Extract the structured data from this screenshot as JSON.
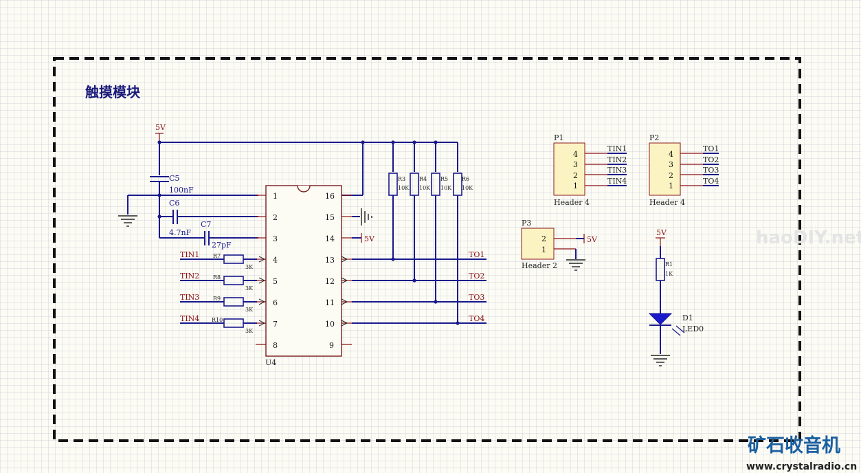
{
  "title": "触摸模块",
  "ic": {
    "designator": "U4",
    "left_pins": [
      "1",
      "2",
      "3",
      "4",
      "5",
      "6",
      "7",
      "8"
    ],
    "right_pins": [
      "16",
      "15",
      "14",
      "13",
      "12",
      "11",
      "10",
      "9"
    ]
  },
  "capacitors": [
    {
      "ref": "C5",
      "value": "100nF"
    },
    {
      "ref": "C6",
      "value": "4.7nF"
    },
    {
      "ref": "C7",
      "value": "27pF"
    }
  ],
  "input_resistors": [
    {
      "ref": "R7",
      "value": "3K",
      "net": "TIN1"
    },
    {
      "ref": "R8",
      "value": "3K",
      "net": "TIN2"
    },
    {
      "ref": "R9",
      "value": "3K",
      "net": "TIN3"
    },
    {
      "ref": "R10",
      "value": "3K",
      "net": "TIN4"
    }
  ],
  "pullup_resistors": [
    {
      "ref": "R3",
      "value": "10K"
    },
    {
      "ref": "R4",
      "value": "10K"
    },
    {
      "ref": "R5",
      "value": "10K"
    },
    {
      "ref": "R6",
      "value": "10K"
    }
  ],
  "outputs": [
    "TO1",
    "TO2",
    "TO3",
    "TO4"
  ],
  "power": {
    "vcc_top": "5V",
    "vcc_pin14": "5V",
    "vcc_p3": "5V",
    "vcc_led": "5V"
  },
  "headers": [
    {
      "ref": "P1",
      "type": "Header 4",
      "pins": [
        "4",
        "3",
        "2",
        "1"
      ],
      "nets": [
        "TIN1",
        "TIN2",
        "TIN3",
        "TIN4"
      ]
    },
    {
      "ref": "P2",
      "type": "Header 4",
      "pins": [
        "4",
        "3",
        "2",
        "1"
      ],
      "nets": [
        "TO1",
        "TO2",
        "TO3",
        "TO4"
      ]
    },
    {
      "ref": "P3",
      "type": "Header 2",
      "pins": [
        "2",
        "1"
      ],
      "nets": [
        "5V",
        ""
      ]
    }
  ],
  "led": {
    "res_ref": "R1",
    "res_value": "1K",
    "ref": "D1",
    "value": "LED0"
  },
  "watermarks": {
    "logo_cn": "矿石收音机",
    "url": "www.crystalradio.cn",
    "site": "haoDIY.net"
  }
}
